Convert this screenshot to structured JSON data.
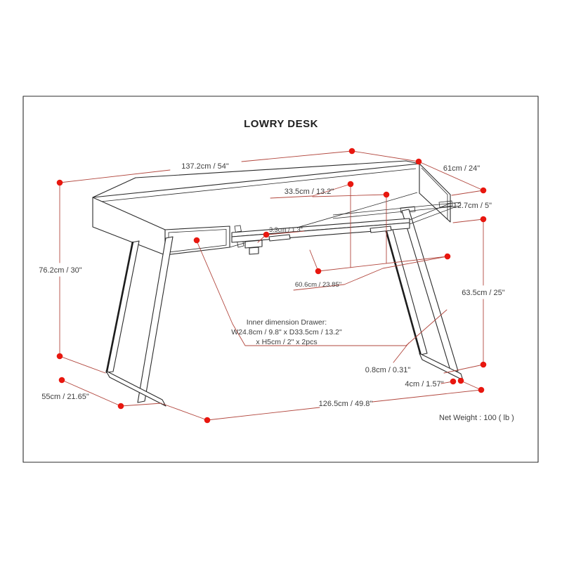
{
  "title": "LOWRY DESK",
  "dims": {
    "length": "137.2cm / 54\"",
    "depth": "61cm / 24\"",
    "top_height": "12.7cm / 5\"",
    "leg_height": "63.5cm / 25\"",
    "overall_height": "76.2cm / 30\"",
    "tray_opening_depth": "33.5cm / 13.2\"",
    "tray_thickness": "3.3cm / 1.3\"",
    "tray_width": "60.6cm / 23.85\"",
    "foot_depth": "55cm / 21.65\"",
    "base_length": "126.5cm / 49.8\"",
    "panel_thickness": "0.8cm / 0.31\"",
    "foot_width": "4cm / 1.57\""
  },
  "drawer_note": {
    "line1": "Inner dimension Drawer:",
    "line2": "W24.8cm / 9.8\" x D33.5cm / 13.2\"",
    "line3": "x H5cm / 2\" x 2pcs"
  },
  "net_weight": "Net Weight : 100 ( lb )",
  "colors": {
    "dimension_line": "#b2473e",
    "marker_dot": "#e8170f",
    "line_art": "#2b2b2b"
  }
}
